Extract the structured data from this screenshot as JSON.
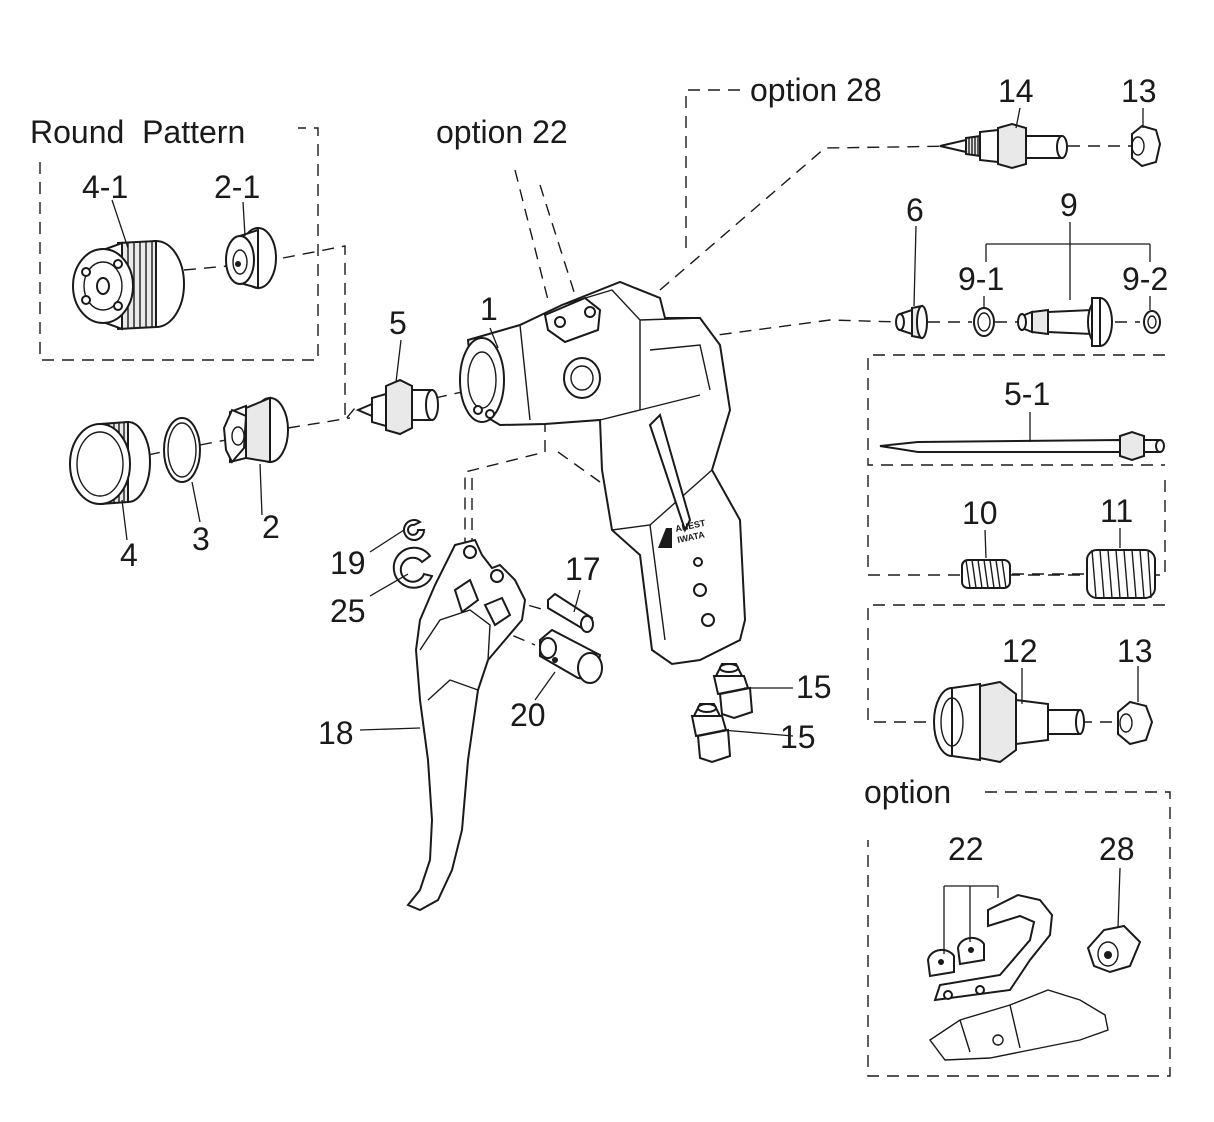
{
  "labels": {
    "round_pattern": "Round  Pattern",
    "option_28": "option 28",
    "option_22": "option 22",
    "option": "option",
    "p1": "1",
    "p2": "2",
    "p2_1": "2-1",
    "p3": "3",
    "p4": "4",
    "p4_1": "4-1",
    "p5": "5",
    "p5_1": "5-1",
    "p6": "6",
    "p9": "9",
    "p9_1": "9-1",
    "p9_2": "9-2",
    "p10": "10",
    "p11": "11",
    "p12": "12",
    "p13_top": "13",
    "p13_mid": "13",
    "p14": "14",
    "p15_a": "15",
    "p15_b": "15",
    "p17": "17",
    "p18": "18",
    "p19": "19",
    "p20": "20",
    "p22": "22",
    "p25": "25",
    "p28": "28"
  },
  "brand": {
    "logo_line1": "ANEST",
    "logo_line2": "IWATA"
  },
  "colors": {
    "line": "#1a1a1a",
    "background": "#ffffff"
  }
}
